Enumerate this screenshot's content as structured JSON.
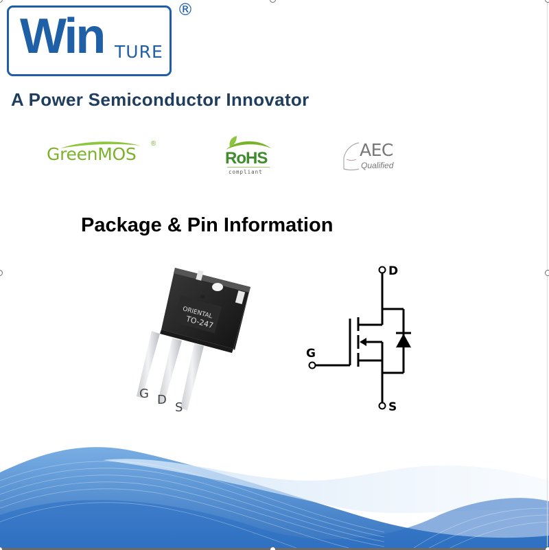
{
  "brand": {
    "logo_main": "Win",
    "logo_suffix": "TURE",
    "registered_mark": "®",
    "tagline": "A Power Semiconductor Innovator",
    "color": "#1f5fa6"
  },
  "certifications": [
    {
      "name": "GreenMOS",
      "mark": "®",
      "color": "#7ab32b"
    },
    {
      "name": "RoHS",
      "subtitle": "compliant",
      "color": "#3e8c2b"
    },
    {
      "name": "AEC",
      "subtitle": "Qualified",
      "color": "#777777"
    }
  ],
  "section": {
    "title": "Package & Pin Information"
  },
  "package": {
    "brand_mark": "ORIENTAL",
    "type": "TO-247",
    "pins": [
      "G",
      "D",
      "S"
    ]
  },
  "schematic": {
    "terminals": {
      "drain": "D",
      "gate": "G",
      "source": "S"
    }
  }
}
